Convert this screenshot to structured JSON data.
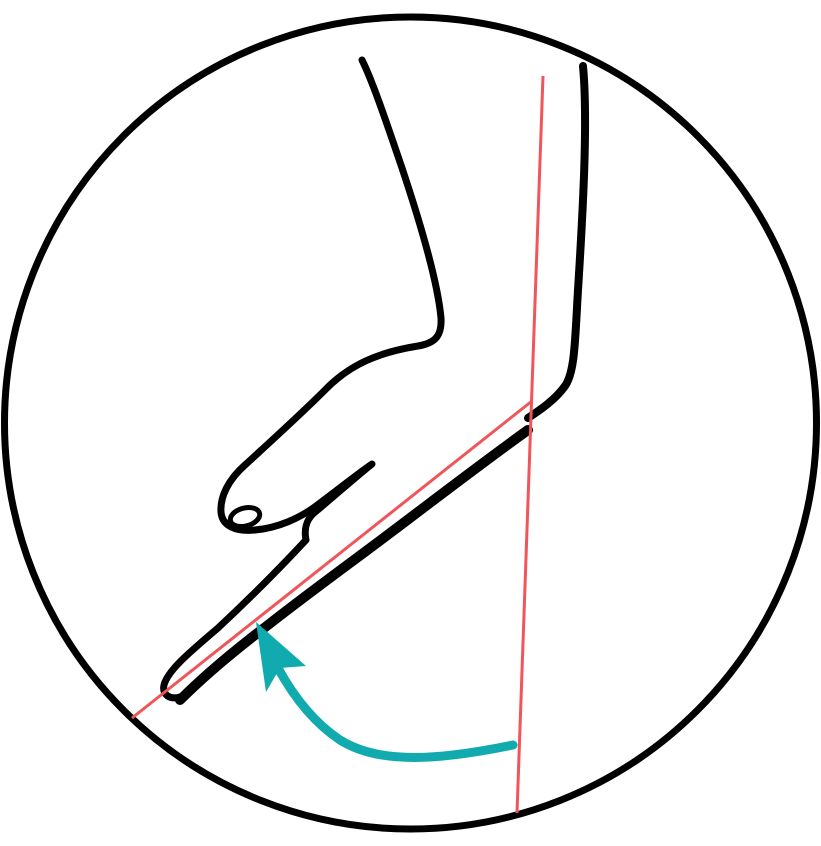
{
  "diagram": {
    "description_labels": [],
    "colors": {
      "background": "#ffffff",
      "outline": "#000000",
      "reference_line": "#f0555a",
      "arrow": "#11aaaf"
    },
    "elements": {
      "frame": "circle-frame",
      "hand": "hand-outline",
      "vertical_axis": "vertical-reference-line",
      "hand_axis": "hand-angle-line",
      "rotation": "rotation-arrow"
    }
  }
}
